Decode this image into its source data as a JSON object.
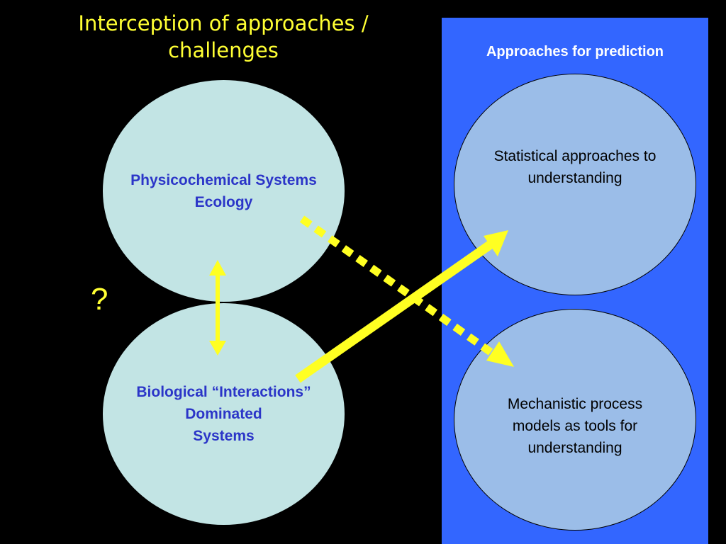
{
  "slide": {
    "title": "Interception of approaches /\nchallenges",
    "question_mark": "?"
  },
  "left_circles": {
    "top_label": "Physicochemical Systems\nEcology",
    "bottom_label": "Biological “Interactions”\nDominated\nSystems"
  },
  "right_panel": {
    "title": "Approaches for prediction",
    "top_circle_label": "Statistical approaches to\nunderstanding",
    "bottom_circle_label": "Mechanistic process\nmodels as tools for\nunderstanding"
  },
  "colors": {
    "background": "#000000",
    "title_yellow": "#ffff33",
    "arrow_yellow": "#ffff22",
    "panel_blue": "#3366ff",
    "left_circle_fill": "#c2e4e4",
    "right_circle_fill": "#9bbde8",
    "left_text_blue": "#2b35c8"
  }
}
